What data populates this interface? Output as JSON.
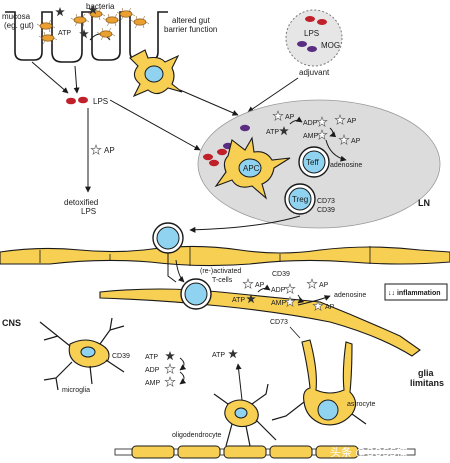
{
  "labels": {
    "mucosa": "mucosa",
    "mucosa_sub": "(eg. gut)",
    "atp_gut": "ATP",
    "bacteria": "bacteria",
    "altered_gut": "altered gut",
    "barrier_function": "barrier function",
    "lps_top": "LPS",
    "mog": "MOG",
    "lps_adj": "LPS",
    "adjuvant": "adjuvant",
    "ap_mid": "AP",
    "detoxified": "detoxified",
    "detox_lps": "LPS",
    "ln_ap1": "AP",
    "ln_atp": "ATP",
    "ln_adp": "ADP",
    "ln_ap2": "AP",
    "ln_amp": "AMP",
    "ln_ap3": "AP",
    "adenosine_ln": "adenosine",
    "apc": "APC",
    "teff": "Teff",
    "treg": "Treg",
    "cd73_ln": "CD73",
    "cd39_ln": "CD39",
    "ln": "LN",
    "cd39_bv": "CD39",
    "reactivated1": "(re-)activated",
    "reactivated2": "T-cells",
    "cns_ap1": "AP",
    "cns_atp": "ATP",
    "cns_adp": "ADP",
    "cns_ap2": "AP",
    "cns_amp": "AMP",
    "adenosine_cns": "adenosine",
    "cns_ap3": "AP",
    "inflammation": "↓↓ inflammation",
    "cns": "CNS",
    "cd73_cns": "CD73",
    "glia": "glia",
    "limitans": "limitans",
    "microglia": "microglia",
    "cd39_mg": "CD39",
    "mg_atp": "ATP",
    "mg_adp": "ADP",
    "mg_amp": "AMP",
    "atp_olig": "ATP",
    "astrocyte": "astrocyte",
    "oligodendrocyte": "oligodendrocyte",
    "watermark": "头条 @BOSS擂"
  },
  "colors": {
    "cell": "#f7cf53",
    "nucleus": "#8fd3f0",
    "lps": "#c0202a",
    "mog": "#5a2d82",
    "lymph_node": "#dcdcdc",
    "bacteria": "#e9a030"
  }
}
